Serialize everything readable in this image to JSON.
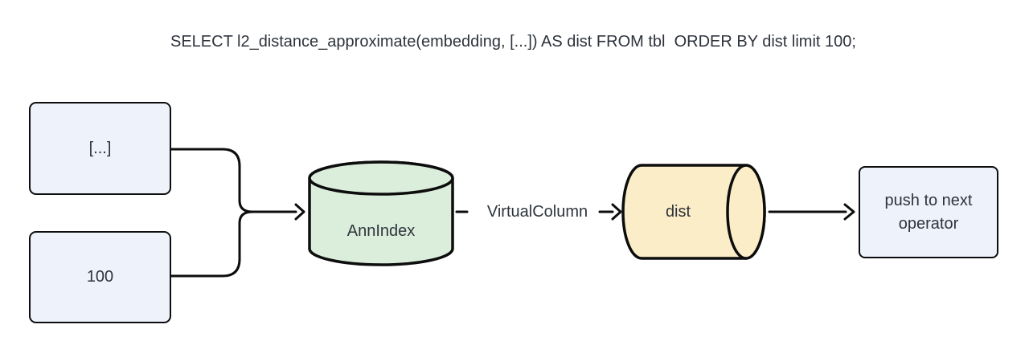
{
  "title": "SELECT l2_distance_approximate(embedding, [...]) AS dist FROM tbl  ORDER BY dist limit 100;",
  "diagram": {
    "vector_box_label": "[...]",
    "limit_box_label": "100",
    "ann_index_label": "AnnIndex",
    "virtual_column_label": "VirtualColumn",
    "dist_cylinder_label": "dist",
    "next_operator_label": "push to next operator"
  },
  "colors": {
    "node_blue": "#edf2fb",
    "cylinder_green": "#dbeedc",
    "cylinder_yellow": "#fbedc7",
    "stroke": "#0d0d0d",
    "text": "#2e343c"
  }
}
